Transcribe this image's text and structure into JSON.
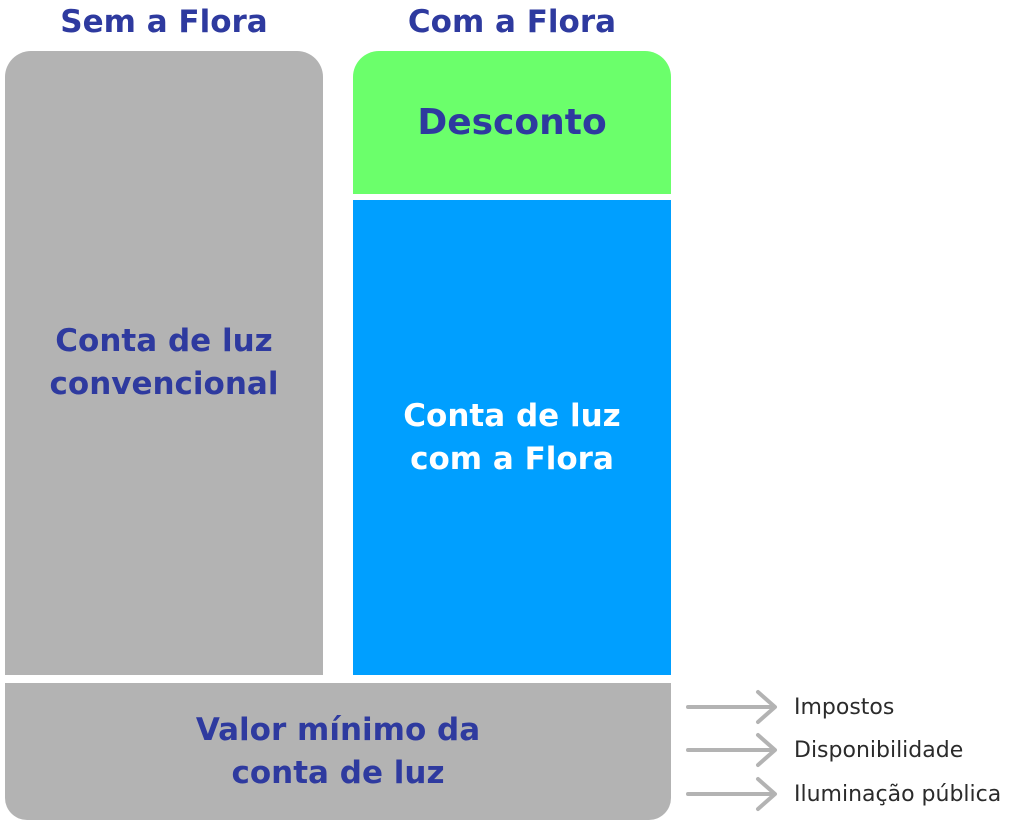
{
  "columns": {
    "left_title": "Sem a Flora",
    "right_title": "Com a Flora"
  },
  "boxes": {
    "conventional": [
      "Conta de luz",
      "convencional"
    ],
    "discount": "Desconto",
    "with_flora": [
      "Conta de luz",
      "com a Flora"
    ],
    "minimum": [
      "Valor mínimo da",
      "conta de luz"
    ]
  },
  "minimum_components": [
    "Impostos",
    "Disponibilidade",
    "Iluminação pública"
  ],
  "colors": {
    "title_blue": "#2e3a9f",
    "gray": "#b3b3b3",
    "green": "#6bff6b",
    "blue": "#009fff",
    "arrow": "#b3b3b3"
  }
}
